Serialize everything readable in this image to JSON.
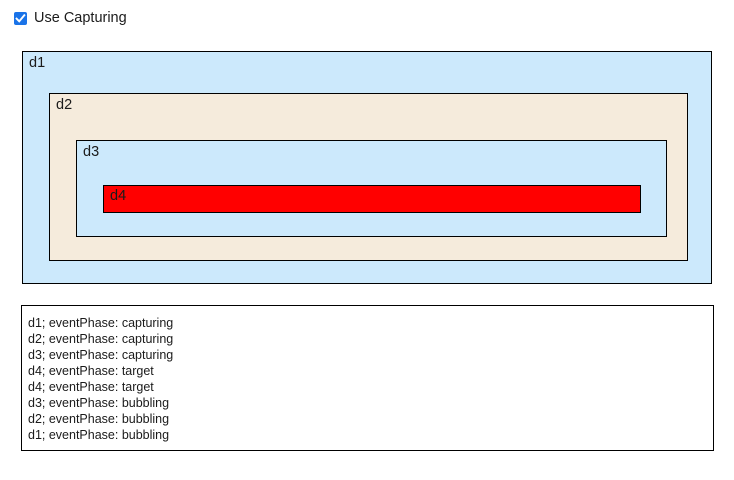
{
  "controls": {
    "capturing": {
      "label": "Use Capturing",
      "checked": true,
      "checkbox_color": "#1a73e8",
      "check_glyph": "check-mark"
    }
  },
  "boxes": [
    {
      "id": "d1",
      "label": "d1",
      "background": "#cce9fc",
      "border": "#000000"
    },
    {
      "id": "d2",
      "label": "d2",
      "background": "#f5ebdc",
      "border": "#000000"
    },
    {
      "id": "d3",
      "label": "d3",
      "background": "#cce9fc",
      "border": "#000000"
    },
    {
      "id": "d4",
      "label": "d4",
      "background": "#ff0000",
      "border": "#000000"
    }
  ],
  "log": {
    "lines": [
      "d1; eventPhase: capturing",
      "d2; eventPhase: capturing",
      "d3; eventPhase: capturing",
      "d4; eventPhase: target",
      "d4; eventPhase: target",
      "d3; eventPhase: bubbling",
      "d2; eventPhase: bubbling",
      "d1; eventPhase: bubbling"
    ]
  }
}
